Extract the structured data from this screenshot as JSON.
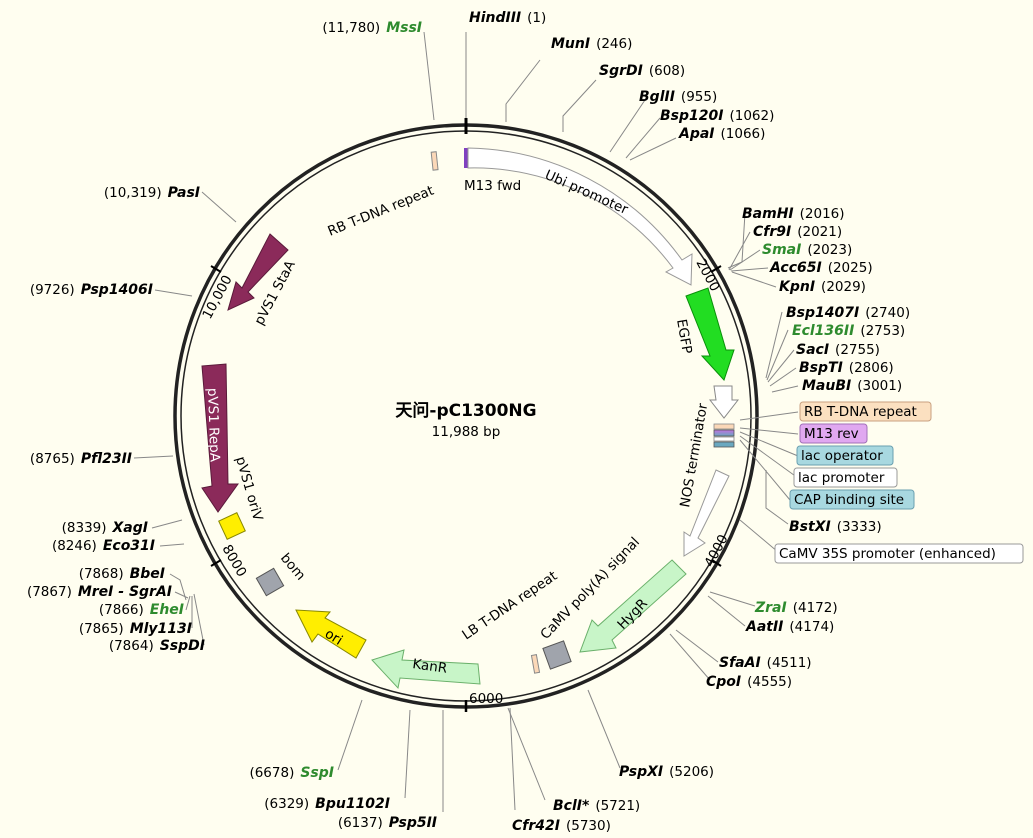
{
  "plasmid": {
    "name": "天问-pC1300NG",
    "length_label": "11,988 bp"
  },
  "sites": [
    {
      "name": "HindIII",
      "italic_bold": "Hind",
      "plain_bold": "III",
      "pos": "(1)",
      "green": false
    },
    {
      "name": "MunI",
      "pos": "(246)",
      "green": false
    },
    {
      "name": "SgrDI",
      "pos": "(608)",
      "green": false
    },
    {
      "name": "BglII",
      "pos": "(955)",
      "green": false
    },
    {
      "name": "Bsp120I",
      "pos": "(1062)",
      "green": false
    },
    {
      "name": "ApaI",
      "pos": "(1066)",
      "green": false
    },
    {
      "name": "BamHI",
      "pos": "(2016)",
      "green": false
    },
    {
      "name": "Cfr9I",
      "pos": "(2021)",
      "green": false
    },
    {
      "name": "SmaI",
      "pos": "(2023)",
      "green": true
    },
    {
      "name": "Acc65I",
      "pos": "(2025)",
      "green": false
    },
    {
      "name": "KpnI",
      "pos": "(2029)",
      "green": false
    },
    {
      "name": "Bsp1407I",
      "pos": "(2740)",
      "green": false
    },
    {
      "name": "Ecl136II",
      "pos": "(2753)",
      "green": true
    },
    {
      "name": "SacI",
      "pos": "(2755)",
      "green": false
    },
    {
      "name": "BspTI",
      "pos": "(2806)",
      "green": false
    },
    {
      "name": "MauBI",
      "pos": "(3001)",
      "green": false
    },
    {
      "name": "BstXI",
      "pos": "(3333)",
      "green": false
    },
    {
      "name": "ZraI",
      "pos": "(4172)",
      "green": true
    },
    {
      "name": "AatII",
      "pos": "(4174)",
      "green": false
    },
    {
      "name": "SfaAI",
      "pos": "(4511)",
      "green": false
    },
    {
      "name": "CpoI",
      "pos": "(4555)",
      "green": false
    },
    {
      "name": "PspXI",
      "pos": "(5206)",
      "green": false
    },
    {
      "name": "BclI*",
      "pos": "(5721)",
      "green": false
    },
    {
      "name": "Cfr42I",
      "pos": "(5730)",
      "green": false
    },
    {
      "name": "Psp5II",
      "pos": "(6137)",
      "green": false
    },
    {
      "name": "Bpu1102I",
      "pos": "(6329)",
      "green": false
    },
    {
      "name": "SspI",
      "pos": "(6678)",
      "green": true
    },
    {
      "name": "SspDI",
      "pos": "(7864)",
      "green": false
    },
    {
      "name": "Mly113I",
      "pos": "(7865)",
      "green": false
    },
    {
      "name": "EheI",
      "pos": "(7866)",
      "green": true
    },
    {
      "name": "MreI - SgrAI",
      "pos": "(7867)",
      "green": false
    },
    {
      "name": "BbeI",
      "pos": "(7868)",
      "green": false
    },
    {
      "name": "Eco31I",
      "pos": "(8246)",
      "green": false
    },
    {
      "name": "XagI",
      "pos": "(8339)",
      "green": false
    },
    {
      "name": "Pfl23II",
      "pos": "(8765)",
      "green": false
    },
    {
      "name": "Psp1406I",
      "pos": "(9726)",
      "green": false
    },
    {
      "name": "PasI",
      "pos": "(10,319)",
      "green": false
    },
    {
      "name": "MssI",
      "pos": "(11,780)",
      "green": true
    }
  ],
  "features": [
    {
      "name": "M13 fwd"
    },
    {
      "name": "Ubi promoter"
    },
    {
      "name": "EGFP"
    },
    {
      "name": "NOS terminator"
    },
    {
      "name": "HygR"
    },
    {
      "name": "CaMV poly(A) signal"
    },
    {
      "name": "LB T-DNA repeat"
    },
    {
      "name": "KanR"
    },
    {
      "name": "ori"
    },
    {
      "name": "bom"
    },
    {
      "name": "pVS1 oriV"
    },
    {
      "name": "pVS1 RepA"
    },
    {
      "name": "pVS1 StaA"
    },
    {
      "name": "RB T-DNA repeat"
    }
  ],
  "boxed_labels": [
    {
      "name": "RB T-DNA repeat",
      "color": "#fbe0c0"
    },
    {
      "name": "M13 rev",
      "color": "#e0a8f0"
    },
    {
      "name": "lac operator",
      "color": "#a8d8e0"
    },
    {
      "name": "lac promoter",
      "color": "#ffffff"
    },
    {
      "name": "CAP binding site",
      "color": "#a8d8e0"
    },
    {
      "name": "CaMV 35S promoter (enhanced)",
      "color": "#ffffff"
    }
  ],
  "ticks": [
    "2000",
    "4000",
    "6000",
    "8000",
    "10,000"
  ],
  "colors": {
    "background": "#fffef0",
    "egfp": "#22dd22",
    "pvs1": "#8b2a5a",
    "resistance": "#c8f5c8",
    "ori": "#ffee00",
    "gray_feature": "#a0a4ac"
  }
}
